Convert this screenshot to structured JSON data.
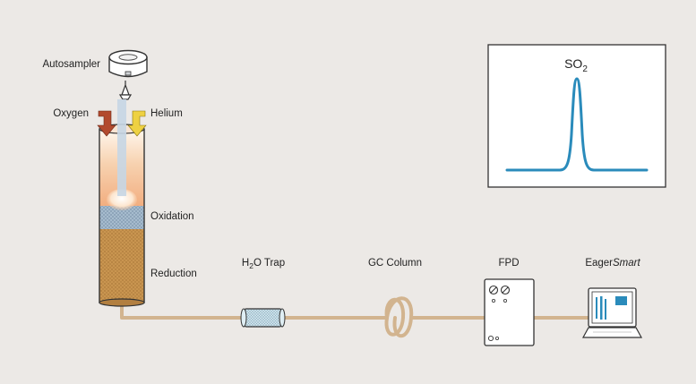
{
  "labels": {
    "autosampler": "Autosampler",
    "oxygen": "Oxygen",
    "helium": "Helium",
    "oxidation": "Oxidation",
    "reduction": "Reduction",
    "trap_h": "H",
    "trap_sub": "2",
    "trap_rest": "O Trap",
    "gc_column": "GC Column",
    "fpd": "FPD",
    "eager_prefix": "Eager",
    "eager_suffix": "Smart"
  },
  "chromatogram": {
    "species": "SO",
    "species_sub": "2"
  },
  "colors": {
    "background": "#ece9e6",
    "tubing": "#d2b48f",
    "oxygen_arrow": "#b24a2e",
    "helium_arrow": "#eed142",
    "peak_line": "#2a8bbb",
    "reactor_glow": "#f3b98f",
    "oxidation_packing": "#a9bed0",
    "reduction_packing": "#c99550"
  },
  "icons": {
    "autosampler": "autosampler-carousel-icon",
    "computer": "laptop-icon"
  }
}
